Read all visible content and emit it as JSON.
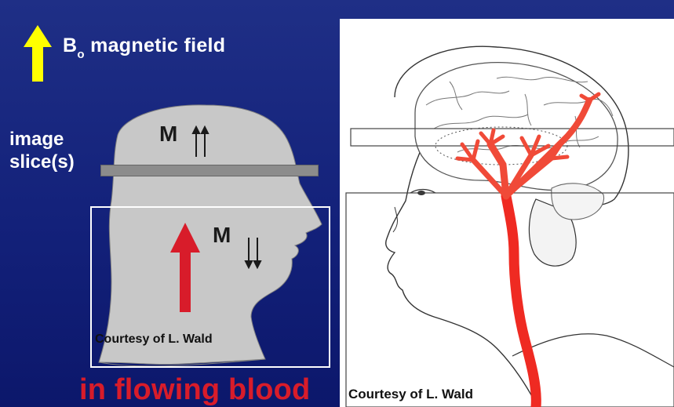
{
  "field": {
    "b_symbol": "B",
    "b_subscript": "o",
    "text": "magnetic field"
  },
  "slice_label": {
    "line1": "image",
    "line2": "slice(s)"
  },
  "m_upper": {
    "letter": "M"
  },
  "m_lower": {
    "letter": "M"
  },
  "courtesy_left": "Courtesy of L. Wald",
  "courtesy_right": "Courtesy of L. Wald",
  "flow_text": "in flowing blood",
  "colors": {
    "background": "#13217a",
    "field_arrow": "#ffff00",
    "flow_arrow": "#d81c2a",
    "head_silhouette": "#c8c8c8",
    "slice_bar": "#8c8c8c",
    "vessel": "#f04a38"
  }
}
